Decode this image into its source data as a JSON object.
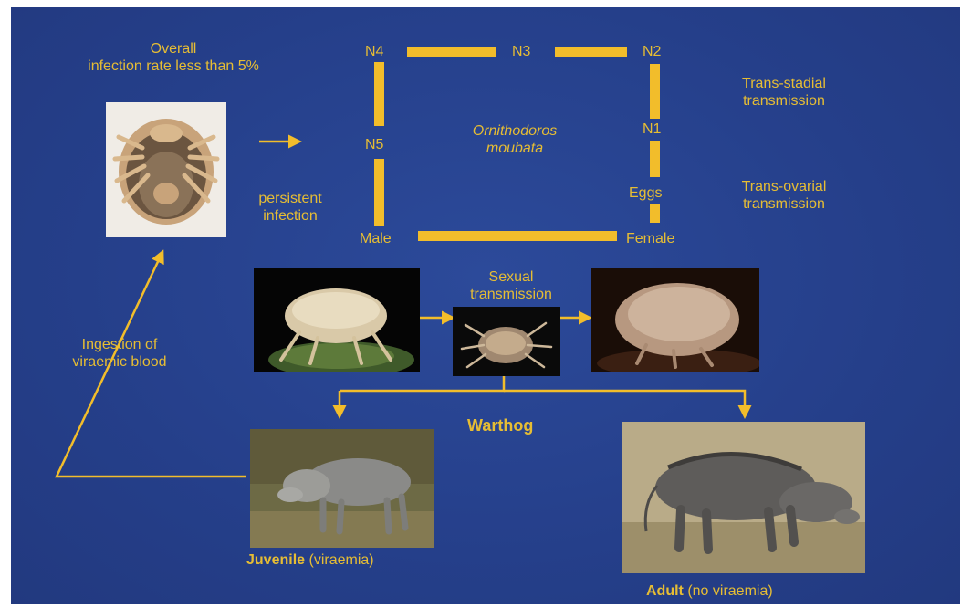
{
  "infection_rate": [
    "Overall",
    "infection rate less than 5%"
  ],
  "cycle": {
    "center_name": [
      "Ornithodoros",
      "moubata"
    ],
    "stages": {
      "n4": "N4",
      "n3": "N3",
      "n2": "N2",
      "n1": "N1",
      "n5": "N5",
      "eggs": "Eggs",
      "male": "Male",
      "female": "Female"
    }
  },
  "trans_stadial": [
    "Trans-stadial",
    "transmission"
  ],
  "trans_ovarial": [
    "Trans-ovarial",
    "transmission"
  ],
  "persistent": [
    "persistent",
    "infection"
  ],
  "sexual": [
    "Sexual",
    "transmission"
  ],
  "ingestion": [
    "Ingestion of",
    "viraemic blood"
  ],
  "host_title": "Warthog",
  "juvenile": {
    "name": "Juvenile",
    "note": "(viraemia)"
  },
  "adult": {
    "name": "Adult",
    "note": "(no viraemia)"
  },
  "colors": {
    "background": "#26408c",
    "accent": "#e6bd34",
    "bars": "#f2bd2b"
  },
  "icons": [
    "tick-ventral-photo",
    "male-tick-photo",
    "nymph-tick-photo",
    "female-tick-photo",
    "juvenile-warthog-photo",
    "adult-warthog-photo"
  ]
}
